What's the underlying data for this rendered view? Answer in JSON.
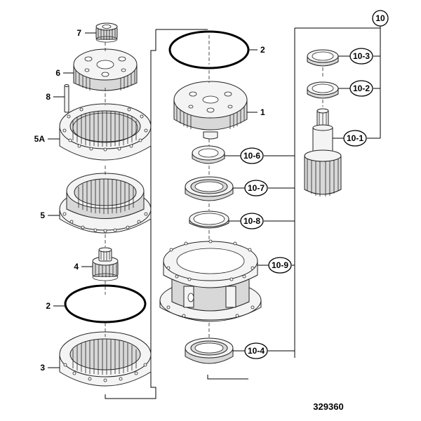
{
  "reference_number": "329360",
  "labels": {
    "p7": "7",
    "p6": "6",
    "p8": "8",
    "p5a": "5A",
    "p5": "5",
    "p4": "4",
    "p2_left": "2",
    "p3": "3",
    "p2_right": "2",
    "p1": "1",
    "p10_6": "10-6",
    "p10_7": "10-7",
    "p10_8": "10-8",
    "p10_9": "10-9",
    "p10_4": "10-4",
    "p10": "10",
    "p10_3": "10-3",
    "p10_2": "10-2",
    "p10_1": "10-1"
  }
}
